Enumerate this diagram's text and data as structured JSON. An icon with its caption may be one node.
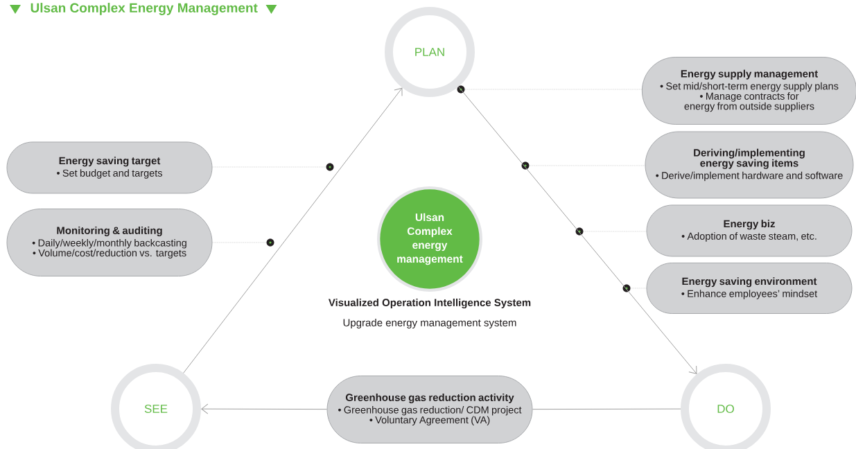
{
  "diagram": {
    "title": "Ulsan Complex Energy Management",
    "nodes": [
      {
        "text": [
          "PLAN"
        ]
      },
      {
        "text": [
          "DO"
        ]
      },
      {
        "text": [
          "SEE"
        ]
      },
      {
        "text": [
          "Ulsan Complex energy management"
        ]
      },
      {
        "text": [
          "Energy supply management",
          "• Set mid/short-term energy supply plans",
          "• Manage contracts for energy from outside suppliers"
        ]
      },
      {
        "text": [
          "Deriving/implementing energy saving items",
          "• Derive/implement hardware and software"
        ]
      },
      {
        "text": [
          "Energy biz",
          "• Adoption of waste steam, etc."
        ]
      },
      {
        "text": [
          "Energy saving environment",
          "• Enhance employees’ mindset"
        ]
      },
      {
        "text": [
          "Energy saving target",
          "• Set budget and targets"
        ]
      },
      {
        "text": [
          "Monitoring & auditing",
          "• Daily/weekly/monthly backcasting",
          "• Volume/cost/reduction vs. targets"
        ]
      },
      {
        "text": [
          "Greenhouse gas reduction activity",
          "• Greenhouse gas reduction/ CDM project",
          "• Voluntary Agreement (VA)"
        ]
      },
      {
        "text": [],
        "shape": "circle"
      },
      {
        "text": [],
        "shape": "circle"
      },
      {
        "text": [],
        "shape": "circle"
      },
      {
        "text": [],
        "shape": "circle"
      },
      {
        "text": [],
        "shape": "circle"
      },
      {
        "text": [],
        "shape": "circle"
      }
    ],
    "edges": [
      {
        "from": 2,
        "to": 0,
        "arrow": "to"
      },
      {
        "from": 0,
        "to": 1,
        "arrow": "to"
      },
      {
        "from": 1,
        "to": 10,
        "arrow": "none"
      },
      {
        "from": 10,
        "to": 2,
        "arrow": "to"
      },
      {
        "from": 4,
        "to": 11,
        "arrow": "none",
        "style": "dashed"
      },
      {
        "from": 5,
        "to": 12,
        "arrow": "none",
        "style": "dashed"
      },
      {
        "from": 8,
        "to": 13,
        "arrow": "none",
        "style": "dashed"
      },
      {
        "from": 6,
        "to": 14,
        "arrow": "none",
        "style": "dashed"
      },
      {
        "from": 9,
        "to": 15,
        "arrow": "none",
        "style": "dashed"
      },
      {
        "from": 7,
        "to": 16,
        "arrow": "none",
        "style": "dashed"
      }
    ],
    "labels": [
      "Visualized Operation Intelligence System",
      "Upgrade energy management system"
    ]
  }
}
